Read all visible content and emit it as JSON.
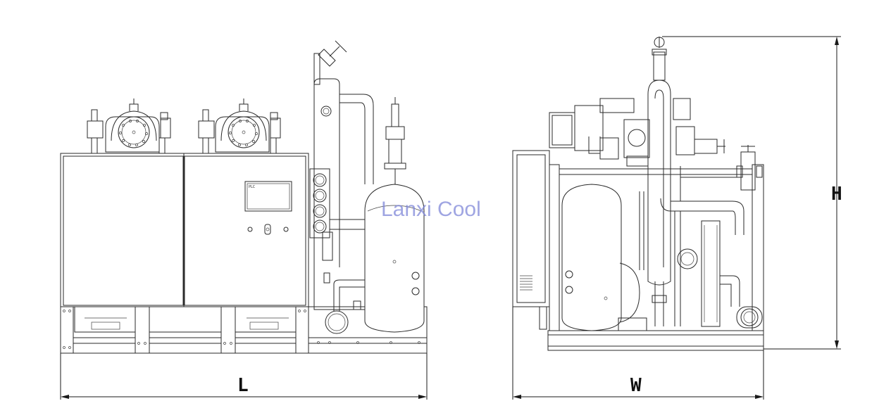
{
  "watermark": "Lanxi Cool",
  "dimensions": {
    "length_label": "L",
    "width_label": "W",
    "height_label": "H"
  },
  "control_panel": {
    "screen_label": "PLC"
  },
  "colors": {
    "line": "#2a2a2a",
    "watermark": "#7f87d8"
  }
}
